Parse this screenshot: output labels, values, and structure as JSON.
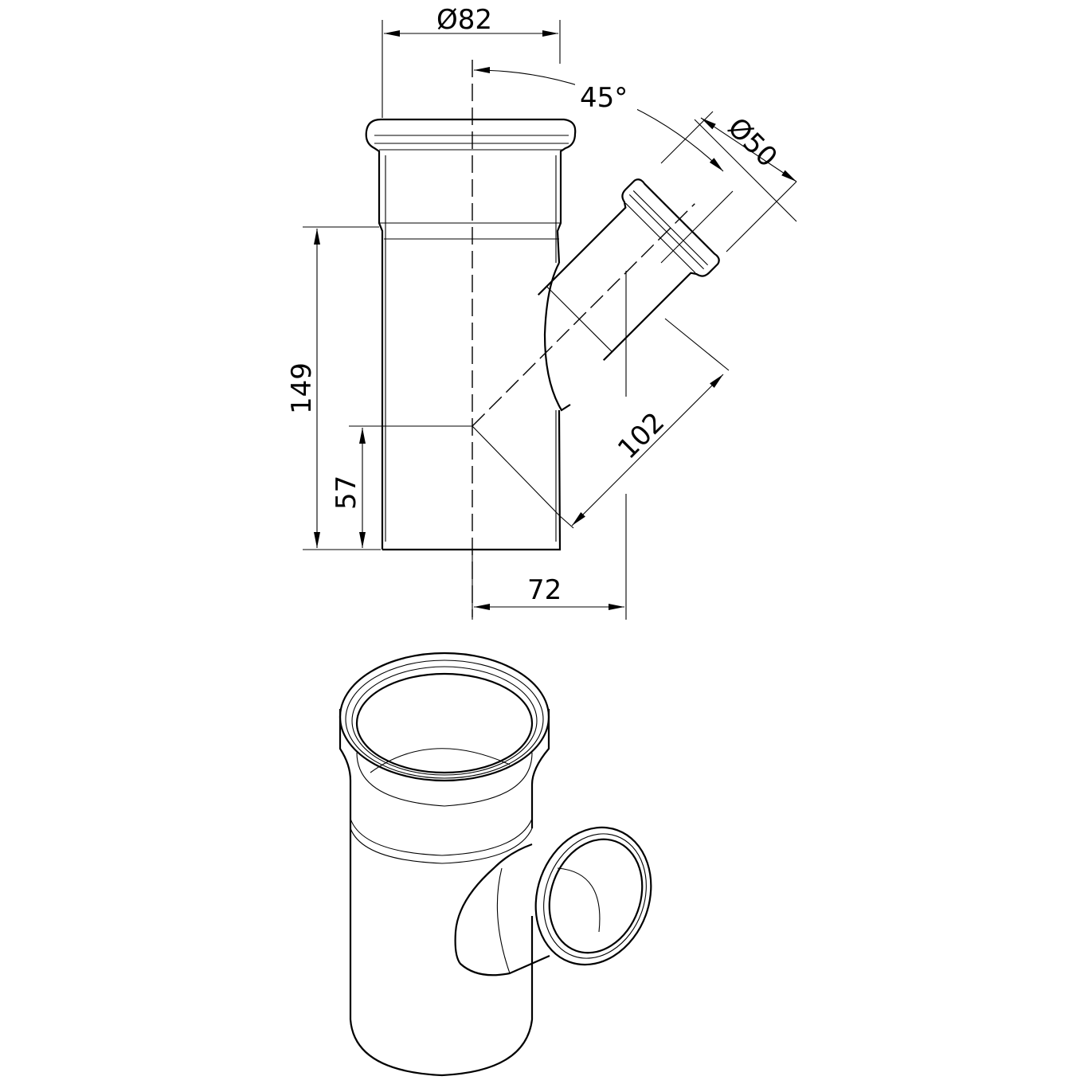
{
  "drawing": {
    "dimensions": {
      "main_diameter": "Ø82",
      "branch_angle": "45°",
      "branch_diameter": "Ø50",
      "overall_height": "149",
      "branch_height": "57",
      "branch_length": "102",
      "branch_offset": "72"
    }
  }
}
